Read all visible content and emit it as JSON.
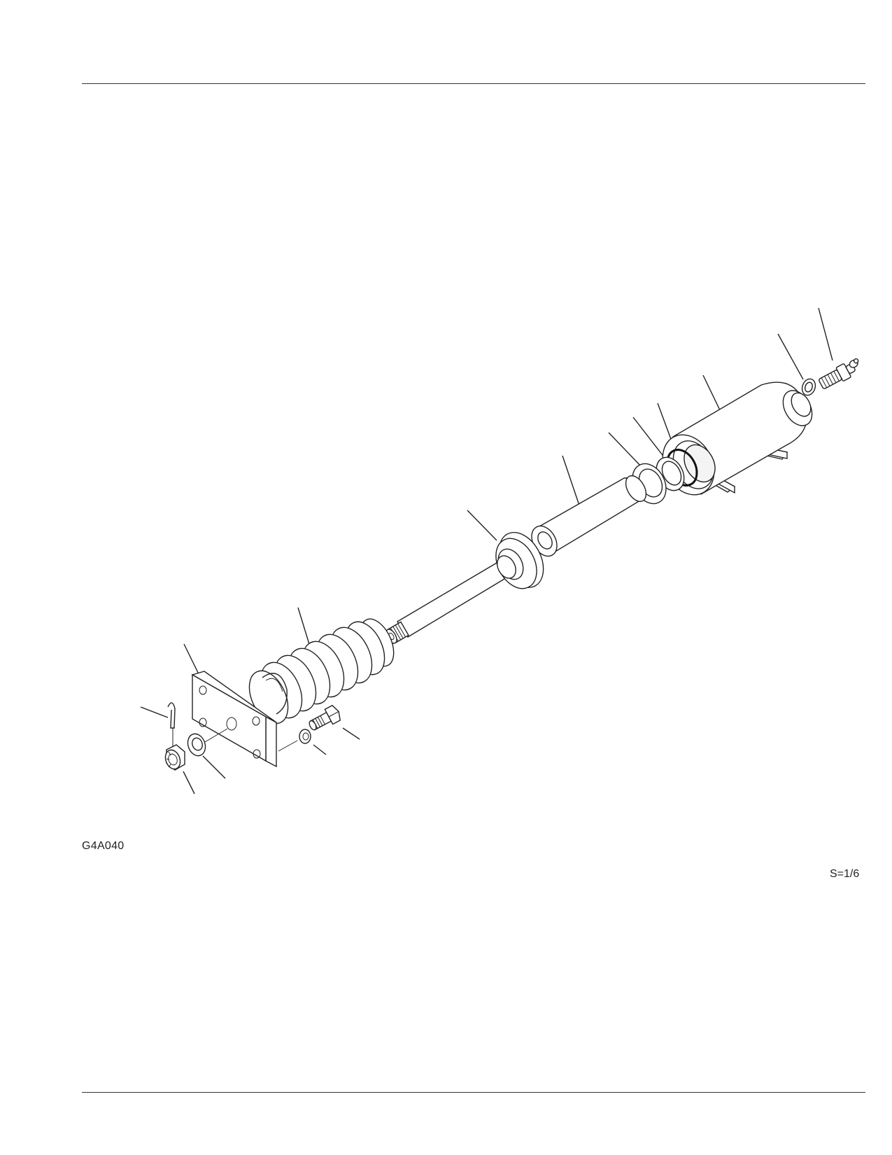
{
  "figure": {
    "code": "G4A040",
    "scale": "S=1/6"
  },
  "parts": [
    "grease-fitting",
    "gasket",
    "tension-cylinder",
    "snap-ring",
    "packing",
    "guide-ring",
    "piston-sleeve",
    "piston-rod",
    "recoil-spring",
    "yoke-plate",
    "cotter-pin",
    "washer",
    "castle-nut",
    "bolt",
    "lock-washer"
  ]
}
